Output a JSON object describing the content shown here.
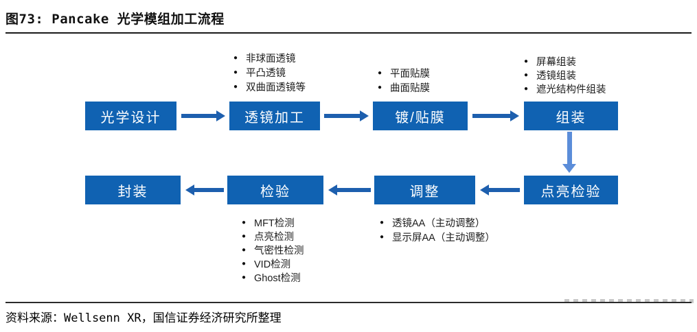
{
  "header": {
    "title": "图73: Pancake 光学模组加工流程"
  },
  "bullet": "●",
  "nodes": {
    "optical_design": "光学设计",
    "lens_processing": "透镜加工",
    "coating": "镀/贴膜",
    "assembly": "组装",
    "lighting_inspection": "点亮检验",
    "adjustment": "调整",
    "inspection": "检验",
    "packaging": "封装"
  },
  "annotations": {
    "lens_processing": [
      "非球面透镜",
      "平凸透镜",
      "双曲面透镜等"
    ],
    "coating": [
      "平面贴膜",
      "曲面贴膜"
    ],
    "assembly": [
      "屏幕组装",
      "透镜组装",
      "遮光结构件组装"
    ],
    "inspection": [
      "MFT检测",
      "点亮检测",
      "气密性检测",
      "VID检测",
      "Ghost检测"
    ],
    "adjustment": [
      "透镜AA（主动调整）",
      "显示屏AA（主动调整）"
    ]
  },
  "footer": {
    "source": "资料来源：Wellsenn XR，国信证券经济研究所整理"
  },
  "colors": {
    "node_blue": "#1062b2",
    "arrow_blue": "#1d5fae",
    "down_arrow_blue": "#5b8dd9",
    "text_white": "#ffffff"
  }
}
